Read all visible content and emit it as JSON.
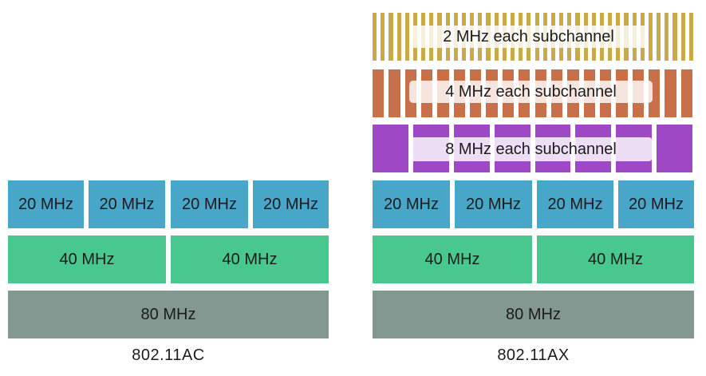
{
  "ac": {
    "row20": [
      "20 MHz",
      "20 MHz",
      "20 MHz",
      "20 MHz"
    ],
    "row40": [
      "40 MHz",
      "40 MHz"
    ],
    "row80": "80 MHz",
    "caption": "802.11AC"
  },
  "ax": {
    "sub2": "2 MHz each subchannel",
    "sub4": "4 MHz each subchannel",
    "sub8": "8 MHz each subchannel",
    "row20": [
      "20 MHz",
      "20 MHz",
      "20 MHz",
      "20 MHz"
    ],
    "row40": [
      "40 MHz",
      "40 MHz"
    ],
    "row80": "80 MHz",
    "caption": "802.11AX"
  },
  "colors": {
    "c20": "#48a6c8",
    "c40": "#48c88e",
    "c80": "#82978f",
    "sub2": "#c9aa49",
    "sub4": "#c8704a",
    "sub8": "#9f48c6"
  }
}
